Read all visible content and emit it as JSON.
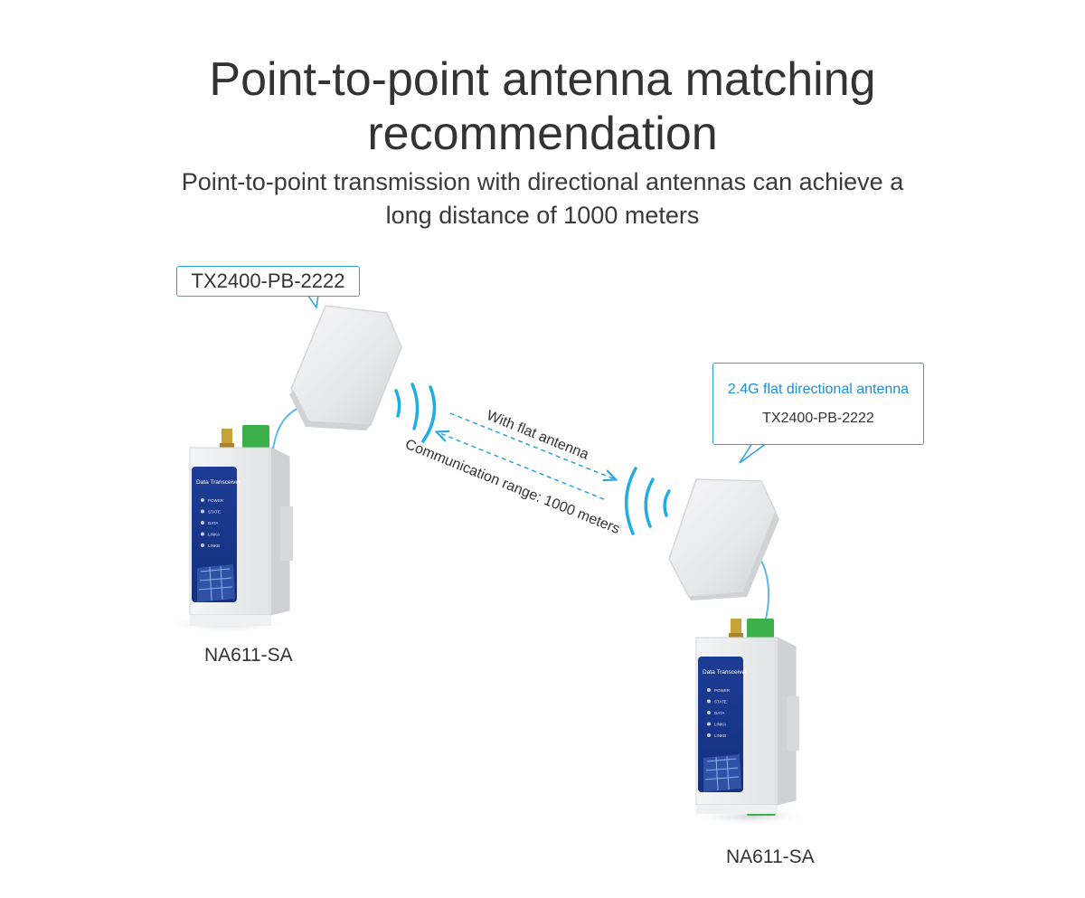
{
  "title": {
    "line1": "Point-to-point antenna matching",
    "line2": "recommendation"
  },
  "subtitle": {
    "line1": "Point-to-point transmission with directional antennas can achieve a",
    "line2": "long distance of 1000 meters"
  },
  "left_antenna": {
    "model": "TX2400-PB-2222"
  },
  "right_antenna": {
    "type": "2.4G flat directional antenna",
    "model": "TX2400-PB-2222"
  },
  "link": {
    "upper_label": "With flat antenna",
    "lower_label": "Communication range: 1000 meters"
  },
  "left_device": {
    "name": "NA611-SA",
    "panel_title": "Data Transceiver",
    "leds": [
      "POWER",
      "STATE",
      "DATA",
      "LINKA",
      "LINKB"
    ]
  },
  "right_device": {
    "name": "NA611-SA",
    "panel_title": "Data Transceiver",
    "leds": [
      "POWER",
      "STATE",
      "DATA",
      "LINKA",
      "LINKB"
    ]
  },
  "colors": {
    "accent": "#29a3e0",
    "device_panel": "#1d3e96",
    "terminal": "#3cb04a",
    "antenna": "#e9eaec"
  }
}
